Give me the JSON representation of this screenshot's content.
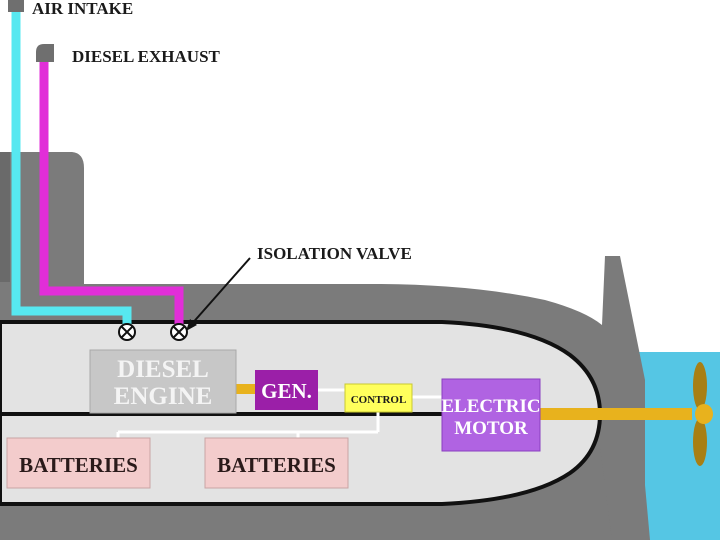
{
  "labels": {
    "air_intake": "AIR INTAKE",
    "diesel_exhaust": "DIESEL EXHAUST",
    "isolation_valve": "ISOLATION VALVE",
    "diesel_engine_line1": "DIESEL",
    "diesel_engine_line2": "ENGINE",
    "generator": "GEN.",
    "control": "CONTROL",
    "electric_motor_line1": "ELECTRIC",
    "electric_motor_line2": "MOTOR",
    "battery_left": "BATTERIES",
    "battery_right": "BATTERIES"
  },
  "colors": {
    "hull": "#7b7b7b",
    "pressure_hull_fill": "#e3e3e3",
    "water": "#55c6e4",
    "air_pipe": "#57e8f0",
    "exhaust_pipe": "#e12ed8",
    "engine_box": "#c7c7c7",
    "generator_box": "#9b1fa8",
    "control_box": "#ffff5c",
    "motor_box": "#b063e2",
    "battery_box": "#f3cccc",
    "shaft": "#e8b21d"
  },
  "icons": {
    "valve": "isolation-valve-icon",
    "propeller": "propeller-icon"
  }
}
